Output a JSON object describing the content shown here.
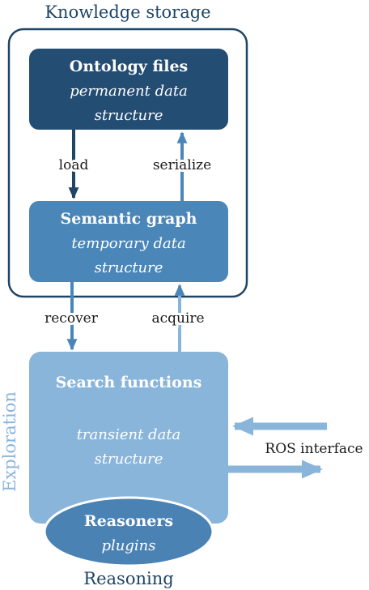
{
  "colors": {
    "frame": "#1e4466",
    "dark_box": "#234d72",
    "mid_box": "#4a86b8",
    "light_box": "#8ab5db",
    "ellipse": "#4a82b4",
    "label_light": "#8ab5db",
    "label_dark": "#1e4466",
    "white": "#ffffff"
  },
  "knowledge_storage": {
    "title": "Knowledge storage",
    "ontology": {
      "title": "Ontology files",
      "subtitle_line1": "permanent data",
      "subtitle_line2": "structure"
    },
    "semantic": {
      "title": "Semantic graph",
      "subtitle_line1": "temporary data",
      "subtitle_line2": "structure"
    },
    "load_label": "load",
    "serialize_label": "serialize"
  },
  "links": {
    "recover_label": "recover",
    "acquire_label": "acquire"
  },
  "exploration": {
    "side_label": "Exploration",
    "title": "Search functions",
    "subtitle_line1": "transient data",
    "subtitle_line2": "structure"
  },
  "ros": {
    "label": "ROS interface"
  },
  "reasoning": {
    "title": "Reasoners",
    "subtitle": "plugins",
    "caption": "Reasoning"
  }
}
